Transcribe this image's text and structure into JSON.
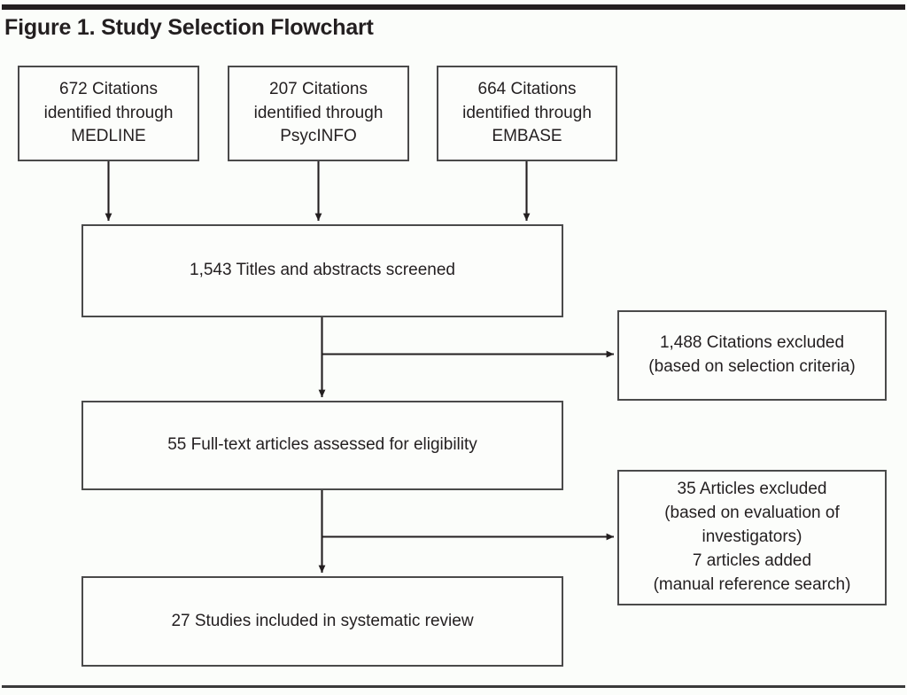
{
  "figure": {
    "title": "Figure 1. Study Selection Flowchart",
    "background_color": "#fbfdfa",
    "line_color": "#4a4a4a",
    "text_color": "#231f20"
  },
  "chart_data": {
    "type": "diagram",
    "title": "Figure 1. Study Selection Flowchart",
    "diagram_kind": "prisma-study-selection-flowchart",
    "nodes": [
      {
        "id": "medline",
        "count": 672,
        "label": "672 Citations identified through MEDLINE"
      },
      {
        "id": "psycinfo",
        "count": 207,
        "label": "207 Citations identified through PsycINFO"
      },
      {
        "id": "embase",
        "count": 664,
        "label": "664 Citations identified through EMBASE"
      },
      {
        "id": "screened",
        "count": 1543,
        "label": "1,543 Titles and abstracts screened"
      },
      {
        "id": "excluded-screening",
        "count": 1488,
        "label": "1,488 Citations excluded (based on selection criteria)"
      },
      {
        "id": "fulltext",
        "count": 55,
        "label": "55 Full-text articles assessed for eligibility"
      },
      {
        "id": "excluded-fulltext",
        "count": 35,
        "added": 7,
        "label": "35 Articles excluded (based on evaluation of investigators) 7 articles added (manual reference search)"
      },
      {
        "id": "included",
        "count": 27,
        "label": "27 Studies included in systematic review"
      }
    ],
    "edges": [
      {
        "from": "medline",
        "to": "screened"
      },
      {
        "from": "psycinfo",
        "to": "screened"
      },
      {
        "from": "embase",
        "to": "screened"
      },
      {
        "from": "screened",
        "to": "fulltext"
      },
      {
        "from": "screened",
        "to": "excluded-screening"
      },
      {
        "from": "fulltext",
        "to": "included"
      },
      {
        "from": "fulltext",
        "to": "excluded-fulltext"
      }
    ]
  },
  "boxes": {
    "medline": {
      "line1": "672 Citations",
      "line2": "identified through",
      "line3": "MEDLINE"
    },
    "psycinfo": {
      "line1": "207 Citations",
      "line2": "identified through",
      "line3": "PsycINFO"
    },
    "embase": {
      "line1": "664 Citations",
      "line2": "identified through",
      "line3": "EMBASE"
    },
    "screened": {
      "line1": "1,543 Titles and abstracts screened"
    },
    "excluded_screening": {
      "line1": "1,488 Citations excluded",
      "line2": "(based on selection criteria)"
    },
    "fulltext": {
      "line1": "55 Full-text articles assessed for eligibility"
    },
    "excluded_fulltext": {
      "line1": "35 Articles excluded",
      "line2": "(based on evaluation of",
      "line3": "investigators)",
      "line4": "7 articles added",
      "line5": "(manual reference search)"
    },
    "included": {
      "line1": "27 Studies included in systematic review"
    }
  }
}
